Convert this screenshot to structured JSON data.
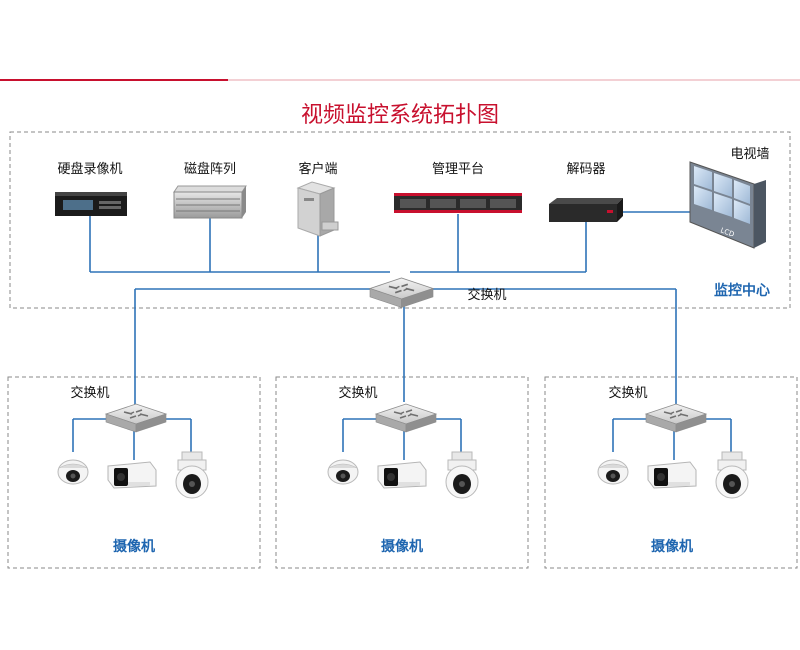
{
  "title": "视频监控系统拓扑图",
  "colors": {
    "accent": "#c8102e",
    "link": "#2e73b8",
    "label_blue": "#1f66b0"
  },
  "center": {
    "label": "监控中心",
    "switch_label": "交换机",
    "devices": {
      "nvr": "硬盘录像机",
      "disk_array": "磁盘阵列",
      "client": "客户端",
      "platform": "管理平台",
      "decoder": "解码器",
      "tv_wall": "电视墙",
      "lcd_text": "LCD"
    }
  },
  "sites": [
    {
      "switch_label": "交换机",
      "camera_label": "摄像机"
    },
    {
      "switch_label": "交换机",
      "camera_label": "摄像机"
    },
    {
      "switch_label": "交换机",
      "camera_label": "摄像机"
    }
  ]
}
